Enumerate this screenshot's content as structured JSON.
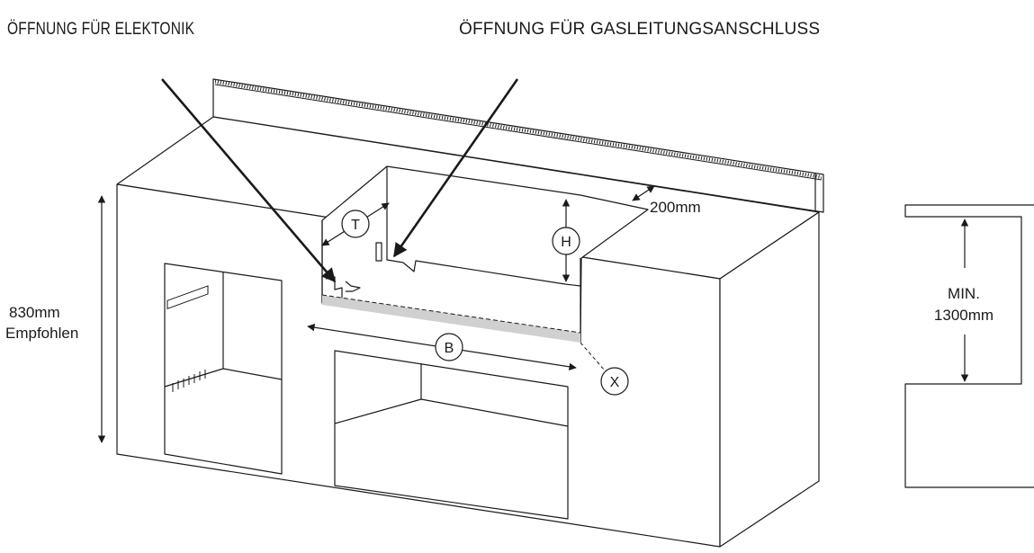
{
  "labels": {
    "opening_electronics": "ÖFFNUNG FÜR ELEKTONIK",
    "opening_gas": "ÖFFNUNG FÜR GASLEITUNGSANSCHLUSS",
    "height_value": "830mm",
    "height_note": "Empfohlen",
    "depth_gap": "200mm",
    "clearance_min": "MIN.",
    "clearance_value": "1300mm"
  },
  "markers": {
    "t": "T",
    "h": "H",
    "b": "B",
    "x": "X"
  },
  "colors": {
    "line": "#1a1a1a",
    "cutout_fill": "#d0d0d0",
    "background": "#ffffff"
  }
}
